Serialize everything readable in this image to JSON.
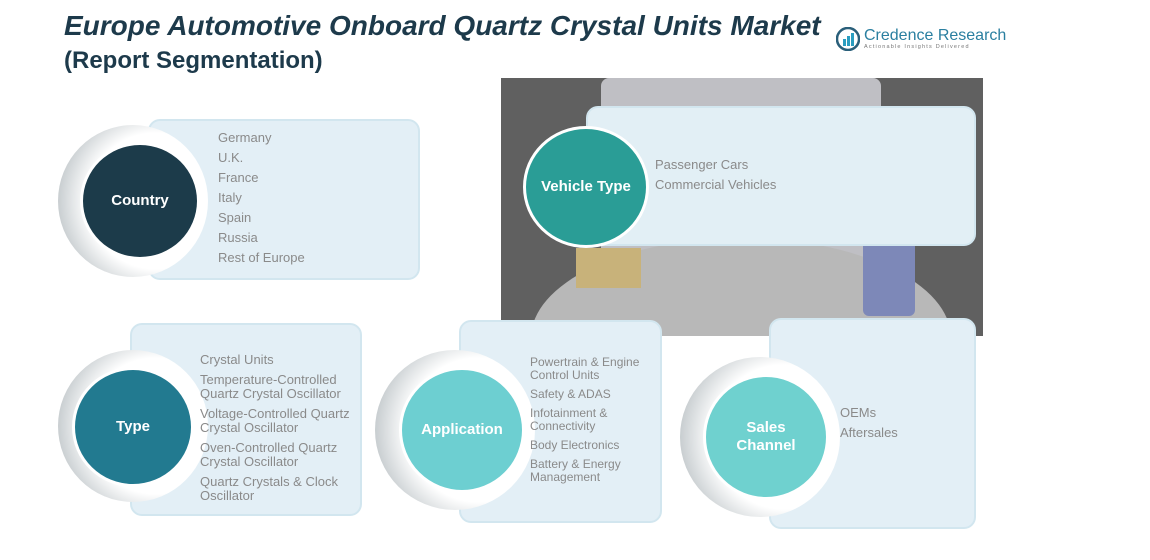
{
  "header": {
    "title": "Europe Automotive Onboard Quartz Crystal Units Market",
    "subtitle": "(Report Segmentation)"
  },
  "logo": {
    "name": "Credence Research",
    "tagline": "Actionable Insights Delivered"
  },
  "colors": {
    "country": "#1c3b4a",
    "vehicle": "#2a9d96",
    "type": "#227a90",
    "application": "#6dcfd1",
    "sales": "#6fd1cf"
  },
  "segments": {
    "country": {
      "label": "Country",
      "items": [
        "Germany",
        "U.K.",
        "France",
        "Italy",
        "Spain",
        "Russia",
        "Rest of Europe"
      ]
    },
    "vehicle": {
      "label": "Vehicle Type",
      "items": [
        "Passenger Cars",
        "Commercial Vehicles"
      ]
    },
    "type": {
      "label": "Type",
      "items": [
        "Crystal Units",
        "Temperature-Controlled Quartz Crystal Oscillator",
        "Voltage-Controlled Quartz Crystal Oscillator",
        "Oven-Controlled Quartz Crystal Oscillator",
        "Quartz Crystals & Clock Oscillator"
      ]
    },
    "application": {
      "label": "Application",
      "items": [
        "Powertrain & Engine Control Units",
        "Safety & ADAS",
        "Infotainment & Connectivity",
        "Body Electronics",
        "Battery & Energy Management"
      ]
    },
    "sales": {
      "label": "Sales Channel",
      "items": [
        "OEMs",
        "Aftersales"
      ]
    }
  }
}
